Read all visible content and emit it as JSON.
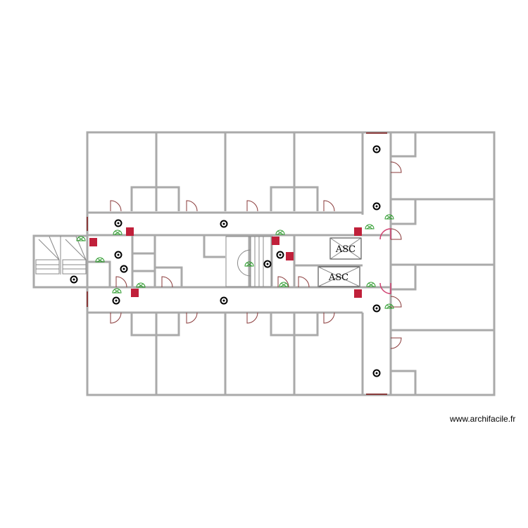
{
  "plan": {
    "elevators": [
      {
        "label": "ASC"
      },
      {
        "label": "ASC"
      }
    ],
    "colors": {
      "wall": "#aaaaaa",
      "door": "#8a3a3a",
      "exit_door": "#d04070",
      "extinguisher": "#c0203a",
      "emergency_light": "#2a9a2a"
    }
  },
  "footer": {
    "credit": "www.archifacile.fr"
  }
}
